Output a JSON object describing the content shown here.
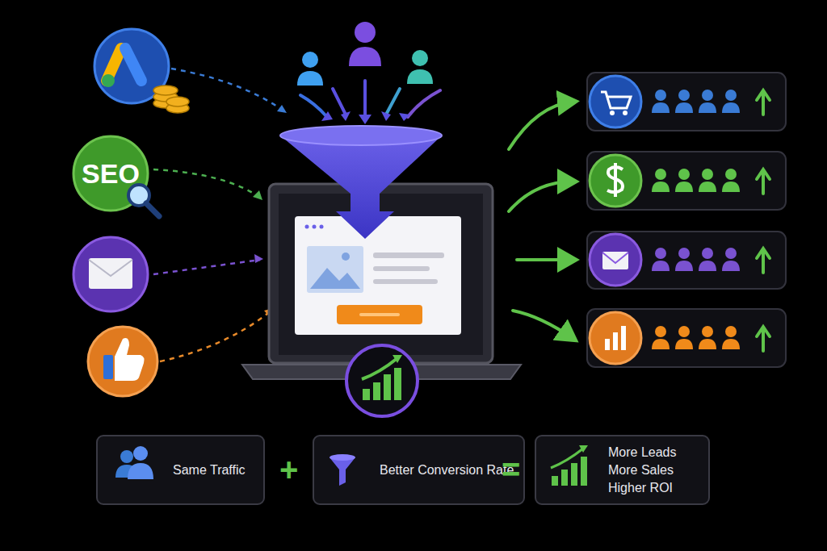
{
  "diagram": {
    "nodes": [
      {
        "text": [
          "SEO"
        ]
      },
      {
        "text": [
          "Same Traffic"
        ]
      },
      {
        "text": [
          "Better Conversion Rate"
        ]
      },
      {
        "text": [
          "More Leads",
          "More Sales",
          "Higher ROI"
        ]
      }
    ],
    "labels": [
      "+",
      "="
    ]
  }
}
